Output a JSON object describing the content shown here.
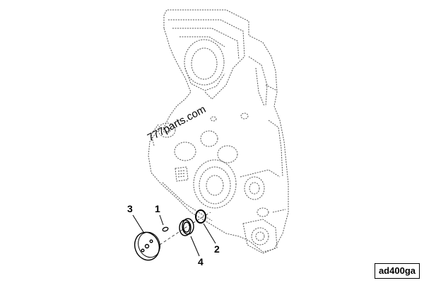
{
  "callouts": {
    "c1": "1",
    "c2": "2",
    "c3": "3",
    "c4": "4"
  },
  "watermark": "777parts.com",
  "reference_code": "ad400ga"
}
